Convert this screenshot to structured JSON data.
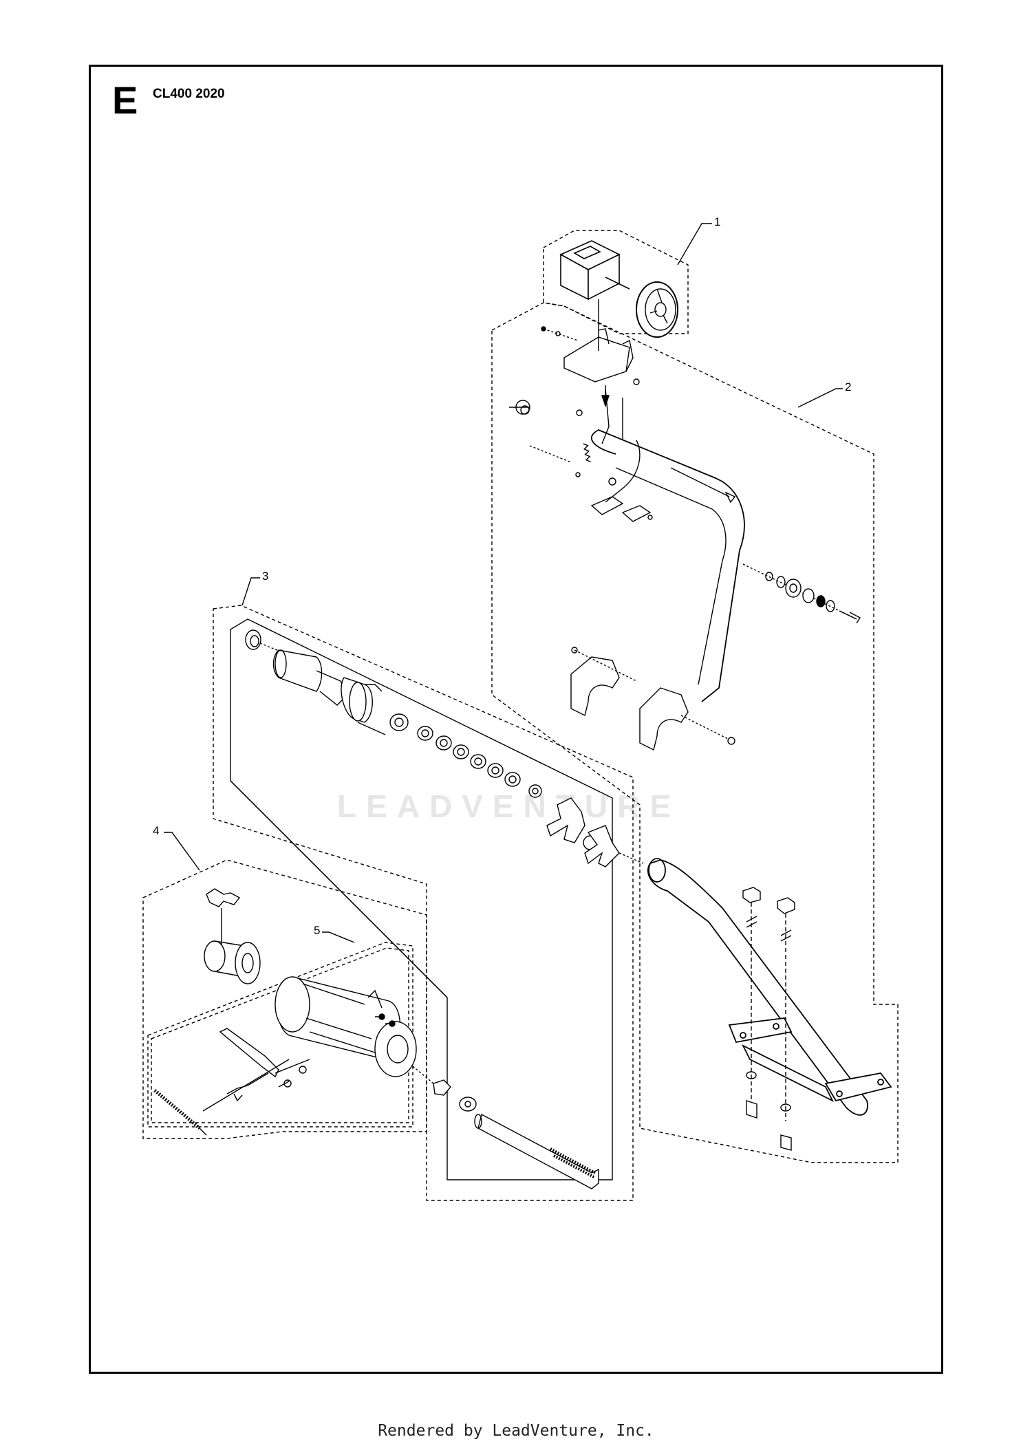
{
  "header": {
    "section": "E",
    "model": "CL400 2020"
  },
  "callouts": [
    {
      "id": "callout-1",
      "label": "1"
    },
    {
      "id": "callout-2",
      "label": "2"
    },
    {
      "id": "callout-3",
      "label": "3"
    },
    {
      "id": "callout-4",
      "label": "4"
    },
    {
      "id": "callout-5",
      "label": "5"
    }
  ],
  "watermark": "LEADVENTURE",
  "footer": {
    "text": "Rendered by LeadVenture, Inc."
  }
}
